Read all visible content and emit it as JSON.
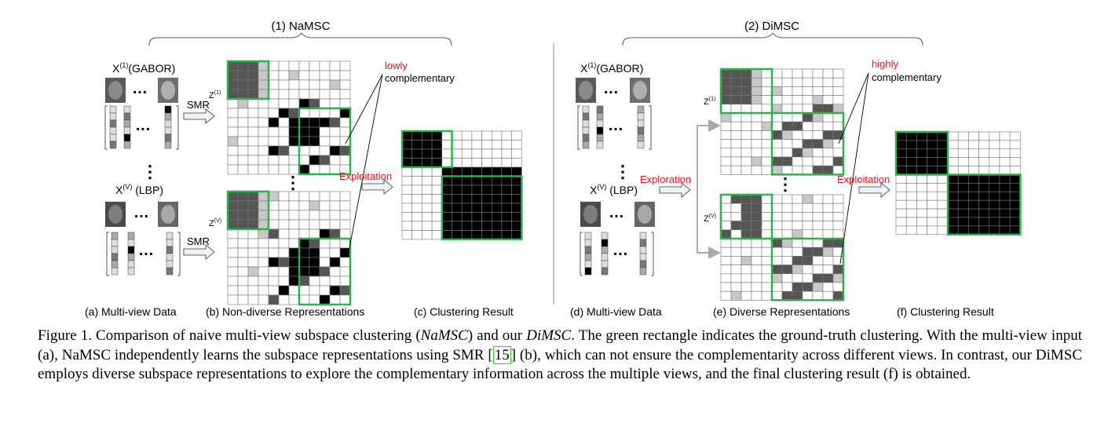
{
  "figure": {
    "left_title": "(1)  NaMSC",
    "right_title": "(2) DiMSC",
    "x1_label": "X",
    "x1_sup": "(1)",
    "x1_suffix": "(GABOR)",
    "xv_label": "X",
    "xv_sup": "(V)",
    "xv_suffix": " (LBP)",
    "z_label": "Z",
    "z1_sup": "(1)",
    "zv_sup": "(V)",
    "smr": "SMR",
    "dots": "…",
    "vdots": "⋮",
    "exploitation": "Exploitation",
    "exploration": "Exploration",
    "lowly": "lowly",
    "highly": "highly",
    "complementary": "complementary",
    "sub_a": "(a) Multi-view Data",
    "sub_b": "(b) Non-diverse Representations",
    "sub_c": "(c) Clustering Result",
    "sub_d": "(d) Multi-view Data",
    "sub_e": "(e) Diverse Representations",
    "sub_f": "(f) Clustering Result",
    "colors": {
      "ground_truth": "#2bb34a",
      "annotation": "#e8141b",
      "divider": "#9bb7d4"
    }
  },
  "caption": {
    "p1": "Figure 1. Comparison of naive multi-view subspace clustering (",
    "namsc": "NaMSC",
    "p2": ") and our ",
    "dimsc": "DiMSC",
    "p3": ". The green rectangle indicates the ground-truth clustering.  With the multi-view input (a), NaMSC independently learns the subspace representations using SMR ",
    "ref": "15",
    "p4": " (b), which can not ensure the complementarity across different views. In contrast, our DiMSC employs diverse subspace representations to explore the complementary information across the multiple views, and the final clustering result (f) is obtained."
  }
}
